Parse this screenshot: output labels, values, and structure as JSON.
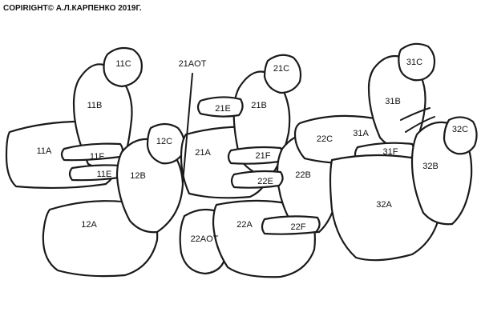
{
  "copyright": "COPIRIGHT© А.Л.КАРПЕНКО 2019Г.",
  "colors": {
    "stroke": "#1a1a1a",
    "fill": "#ffffff",
    "text": "#111111"
  },
  "labels": {
    "l11c": "11C",
    "l11b": "11B",
    "l11a": "11A",
    "l11f": "11F",
    "l11e": "11E",
    "l12c": "12C",
    "l12b": "12B",
    "l12a": "12A",
    "l21aot": "21AOT",
    "l21c": "21C",
    "l21e": "21E",
    "l21b": "21B",
    "l21a": "21A",
    "l21f": "21F",
    "l22c": "22C",
    "l22e": "22E",
    "l22b": "22B",
    "l22a": "22A",
    "l22f": "22F",
    "l22aot": "22AOT",
    "l31c": "31C",
    "l31b": "31B",
    "l31a": "31A",
    "l31f": "31F",
    "l32c": "32C",
    "l32b": "32B",
    "l32a": "32A"
  }
}
